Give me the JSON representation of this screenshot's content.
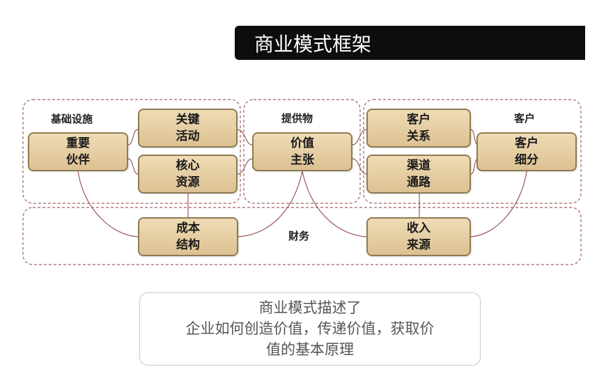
{
  "title": "商业模式框架",
  "groups": {
    "infrastructure": "基础设施",
    "offering": "提供物",
    "customers": "客户",
    "finance": "财务"
  },
  "blocks": {
    "key_partners": [
      "重要",
      "伙伴"
    ],
    "key_activities": [
      "关键",
      "活动"
    ],
    "key_resources": [
      "核心",
      "资源"
    ],
    "value_proposition": [
      "价值",
      "主张"
    ],
    "customer_relationships": [
      "客户",
      "关系"
    ],
    "channels": [
      "渠道",
      "通路"
    ],
    "customer_segments": [
      "客户",
      "细分"
    ],
    "cost_structure": [
      "成本",
      "结构"
    ],
    "revenue_streams": [
      "收入",
      "来源"
    ]
  },
  "summary": {
    "lines": [
      "商业模式描述了",
      "企业如何创造价值，传递价值，获取价",
      "值的基本原理"
    ]
  },
  "colors": {
    "block_fill": "#e6cfa3",
    "block_border": "#8f7a52",
    "connector": "#9a5a5a",
    "group_border": "#a06060"
  }
}
